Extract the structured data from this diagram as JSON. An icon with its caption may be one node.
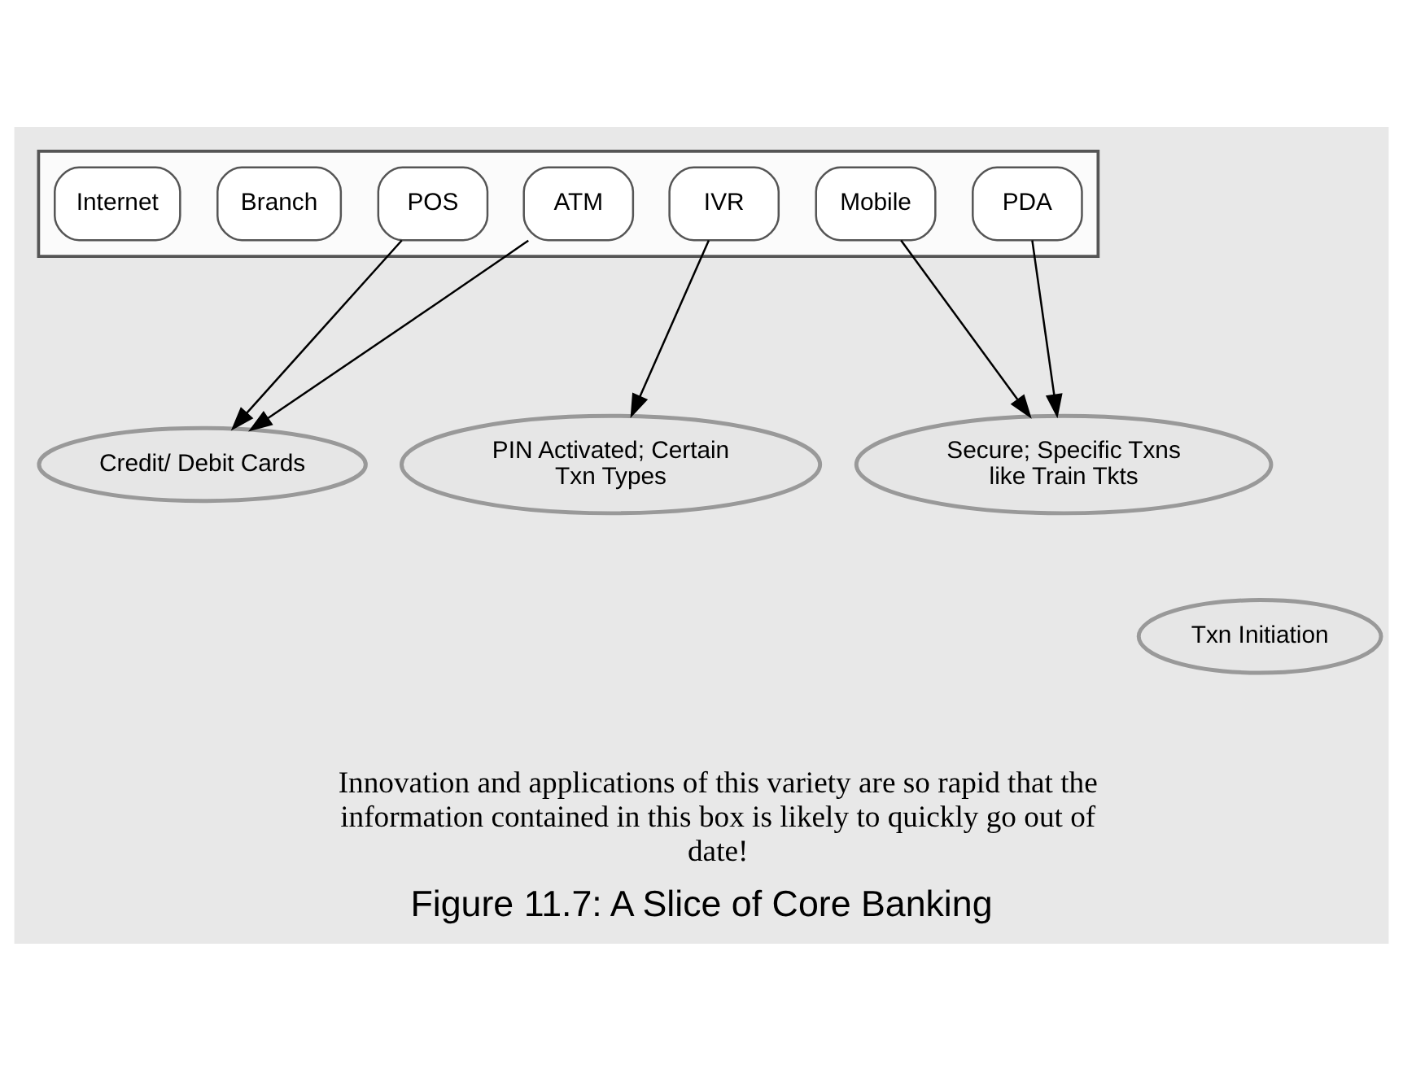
{
  "diagram": {
    "caption": "Figure 11.7: A Slice of Core Banking",
    "nodes": [
      {
        "text": [],
        "shape": "bar"
      },
      {
        "text": [
          "Internet"
        ],
        "in": 0
      },
      {
        "text": [
          "Branch"
        ],
        "in": 0
      },
      {
        "text": [
          "POS"
        ],
        "in": 0
      },
      {
        "text": [
          "ATM"
        ],
        "in": 0
      },
      {
        "text": [
          "IVR"
        ],
        "in": 0
      },
      {
        "text": [
          "Mobile"
        ],
        "in": 0
      },
      {
        "text": [
          "PDA"
        ],
        "in": 0
      },
      {
        "text": [
          "Secure; Specific Txns like Train Tkts"
        ]
      },
      {
        "text": [
          "Credit/ Debit Cards"
        ]
      },
      {
        "text": [
          "Txn Initiation"
        ]
      },
      {
        "text": [
          "PIN Activated; Certain Txn Types"
        ]
      }
    ],
    "edges": [
      {
        "from": 3,
        "to": 9,
        "arrow": "to"
      },
      {
        "from": 4,
        "to": 9,
        "arrow": "to"
      },
      {
        "from": 5,
        "to": 11,
        "arrow": "to"
      },
      {
        "from": 6,
        "to": 8,
        "arrow": "to"
      },
      {
        "from": 7,
        "to": 8,
        "arrow": "to"
      }
    ],
    "labels": [
      "Innovation and applications of this variety are so rapid that the information contained in this box is likely to quickly go out of date!"
    ]
  }
}
